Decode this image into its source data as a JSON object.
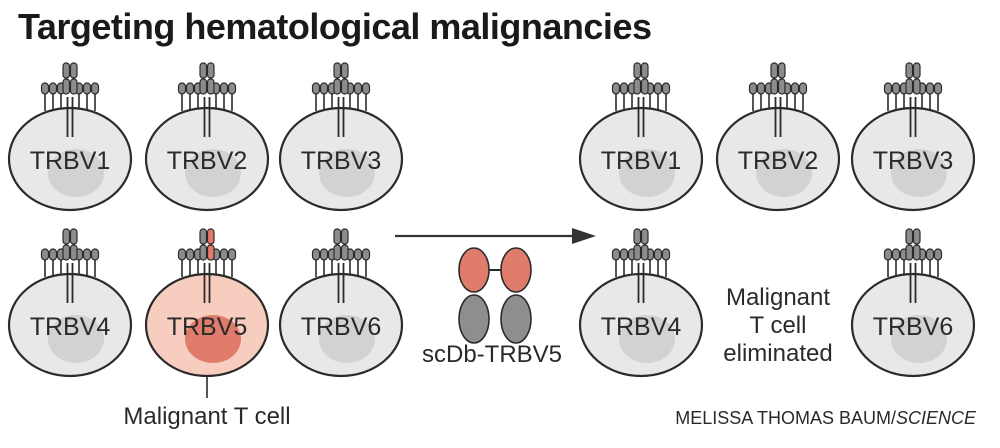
{
  "title": "Targeting hematological malignancies",
  "colors": {
    "cell_fill": "#e8e8e8",
    "nucleus_fill": "#d2d2d2",
    "outline": "#2b2b2b",
    "receptor_fill": "#8c8c8c",
    "malignant_cell_fill": "#f7cdbf",
    "malignant_nucleus_fill": "#e07c6c",
    "malignant_receptor_fill": "#e8786a",
    "antibody_top_fill": "#e07c6c",
    "antibody_bottom_fill": "#8e8e8e",
    "arrow": "#333333"
  },
  "before": {
    "cells": [
      {
        "label": "TRBV1",
        "malignant": false
      },
      {
        "label": "TRBV2",
        "malignant": false
      },
      {
        "label": "TRBV3",
        "malignant": false
      },
      {
        "label": "TRBV4",
        "malignant": false
      },
      {
        "label": "TRBV5",
        "malignant": true
      },
      {
        "label": "TRBV6",
        "malignant": false
      }
    ],
    "malignant_label": "Malignant T cell"
  },
  "treatment": {
    "label": "scDb-TRBV5"
  },
  "after": {
    "cells": [
      {
        "label": "TRBV1"
      },
      {
        "label": "TRBV2"
      },
      {
        "label": "TRBV3"
      },
      {
        "label": "TRBV4"
      },
      {
        "label": "TRBV6"
      }
    ],
    "eliminated_label_lines": [
      "Malignant",
      "T cell",
      "eliminated"
    ]
  },
  "credit": {
    "author": "MELISSA THOMAS BAUM/",
    "source": "SCIENCE"
  }
}
